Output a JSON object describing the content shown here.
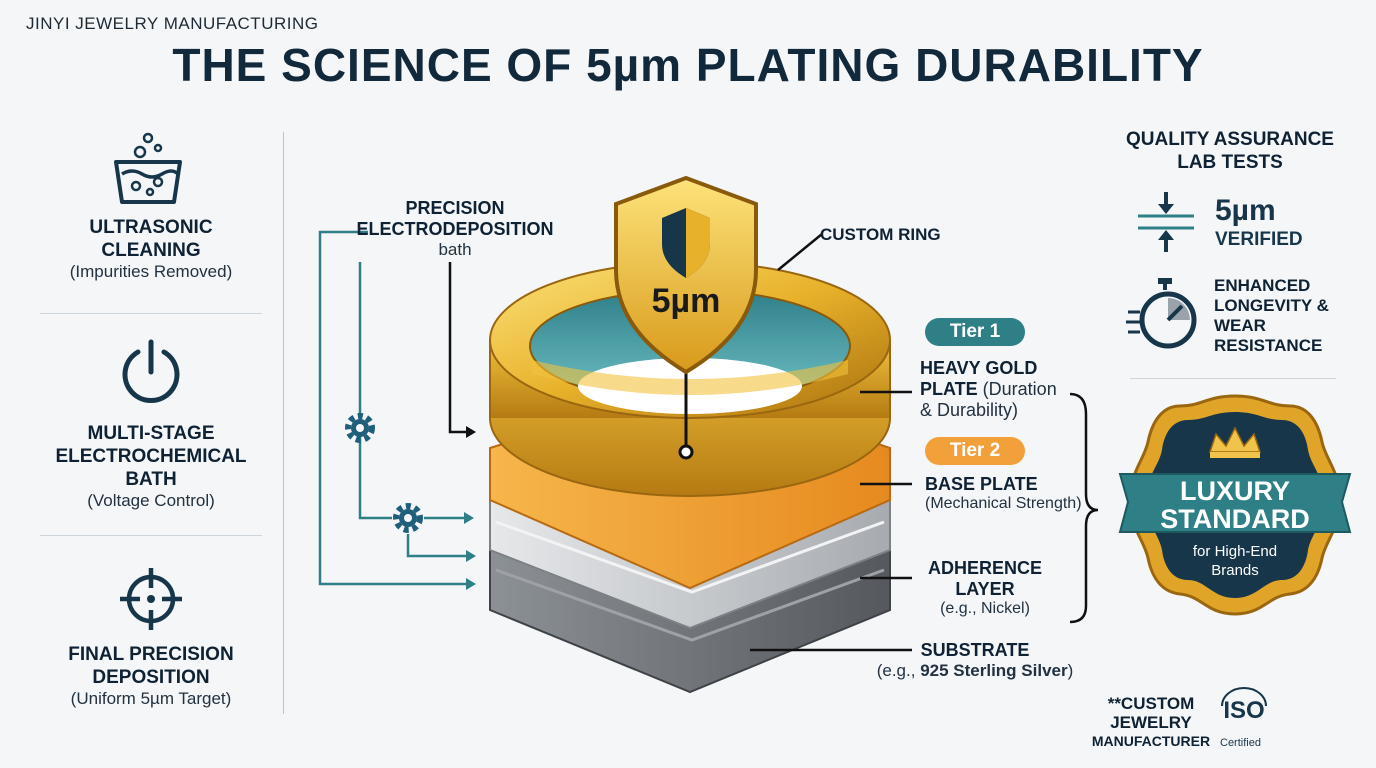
{
  "header": {
    "brand": "JINYI JEWELRY MANUFACTURING",
    "title": "THE SCIENCE OF 5µm PLATING DURABILITY"
  },
  "process_steps": [
    {
      "title_l1": "ULTRASONIC",
      "title_l2": "CLEANING",
      "subtitle": "(Impurities Removed)",
      "icon": "ultrasonic-bath-icon"
    },
    {
      "title_l1": "MULTI-STAGE",
      "title_l2": "ELECTROCHEMICAL",
      "title_l3": "BATH",
      "subtitle": "(Voltage Control)",
      "icon": "power-icon"
    },
    {
      "title_l1": "FINAL PRECISION",
      "title_l2": "DEPOSITION",
      "subtitle": "(Uniform 5µm Target)",
      "icon": "target-crosshair-icon"
    }
  ],
  "diagram": {
    "bath_label_l1": "PRECISION",
    "bath_label_l2": "ELECTRODEPOSITION",
    "bath_label_l3": "bath",
    "ring_label": "CUSTOM RING",
    "shield_value": "5µm",
    "tier1": "Tier 1",
    "tier2": "Tier 2",
    "layers": {
      "heavy_gold_l1": "HEAVY GOLD",
      "heavy_gold_l2_bold": "PLATE",
      "heavy_gold_l2_rest": " (Duration",
      "heavy_gold_l3": "& Durability)",
      "base_title": "BASE PLATE",
      "base_sub": "(Mechanical Strength)",
      "adherence_l1": "ADHERENCE",
      "adherence_l2": "LAYER",
      "adherence_sub": "(e.g., Nickel)",
      "substrate_title": "SUBSTRATE",
      "substrate_sub_plain": "(e.g., ",
      "substrate_sub_bold": "925 Sterling Silver",
      "substrate_sub_end": ")"
    },
    "colors": {
      "gold": "#e8b12a",
      "orange": "#f2a03a",
      "teal": "#2e7f86",
      "silver": "#c9ccd0",
      "dark_silver": "#6e7378"
    }
  },
  "qa": {
    "title_l1": "QUALITY ASSURANCE",
    "title_l2": "LAB TESTS",
    "thickness_value": "5µm",
    "thickness_label": "VERIFIED",
    "longevity_l1": "ENHANCED",
    "longevity_l2": "LONGEVITY &",
    "longevity_l3": "WEAR",
    "longevity_l4": "RESISTANCE"
  },
  "badge": {
    "line1": "LUXURY",
    "line2": "STANDARD",
    "line3": "for High-End",
    "line4": "Brands"
  },
  "footer": {
    "custom_l1": "**CUSTOM",
    "custom_l2": "JEWELRY",
    "custom_l3": "MANUFACTURER",
    "iso": "ISO",
    "iso_sub": "Certified"
  }
}
